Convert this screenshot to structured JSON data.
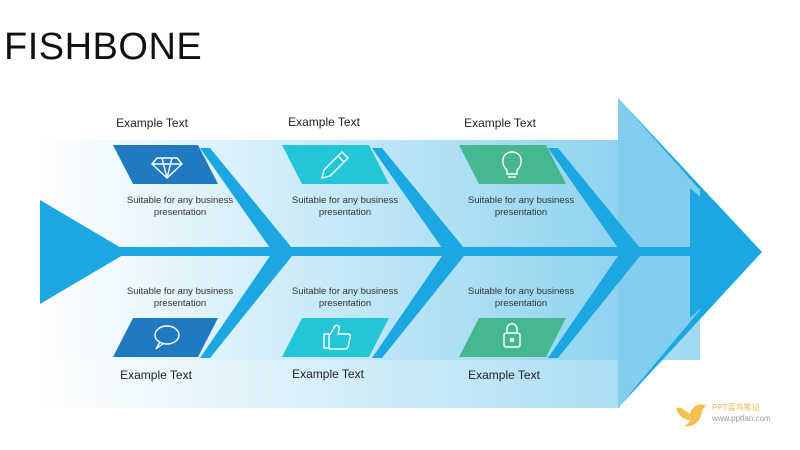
{
  "title": "FISHBONE",
  "top_labels": [
    "Example Text",
    "Example Text",
    "Example Text"
  ],
  "bottom_labels": [
    "Example Text",
    "Example Text",
    "Example Text"
  ],
  "top_desc": [
    "Suitable for any business presentation",
    "Suitable for any business presentation",
    "Suitable for any business presentation"
  ],
  "bottom_desc": [
    "Suitable for any business presentation",
    "Suitable for any business presentation",
    "Suitable for any business presentation"
  ],
  "icons": {
    "top": [
      "diamond-icon",
      "pencil-icon",
      "lightbulb-icon"
    ],
    "bottom": [
      "speech-bubble-icon",
      "thumbs-up-icon",
      "lock-icon"
    ]
  },
  "colors": {
    "main_blue": "#1aa7e2",
    "dark_blue": "#1f7ac2",
    "cyan": "#22c6d6",
    "green": "#45b890",
    "gradient_end": "#8fd3f0"
  },
  "brand": {
    "name": "PPT蓝鸟笔记",
    "url": "www.pptfan.com"
  }
}
